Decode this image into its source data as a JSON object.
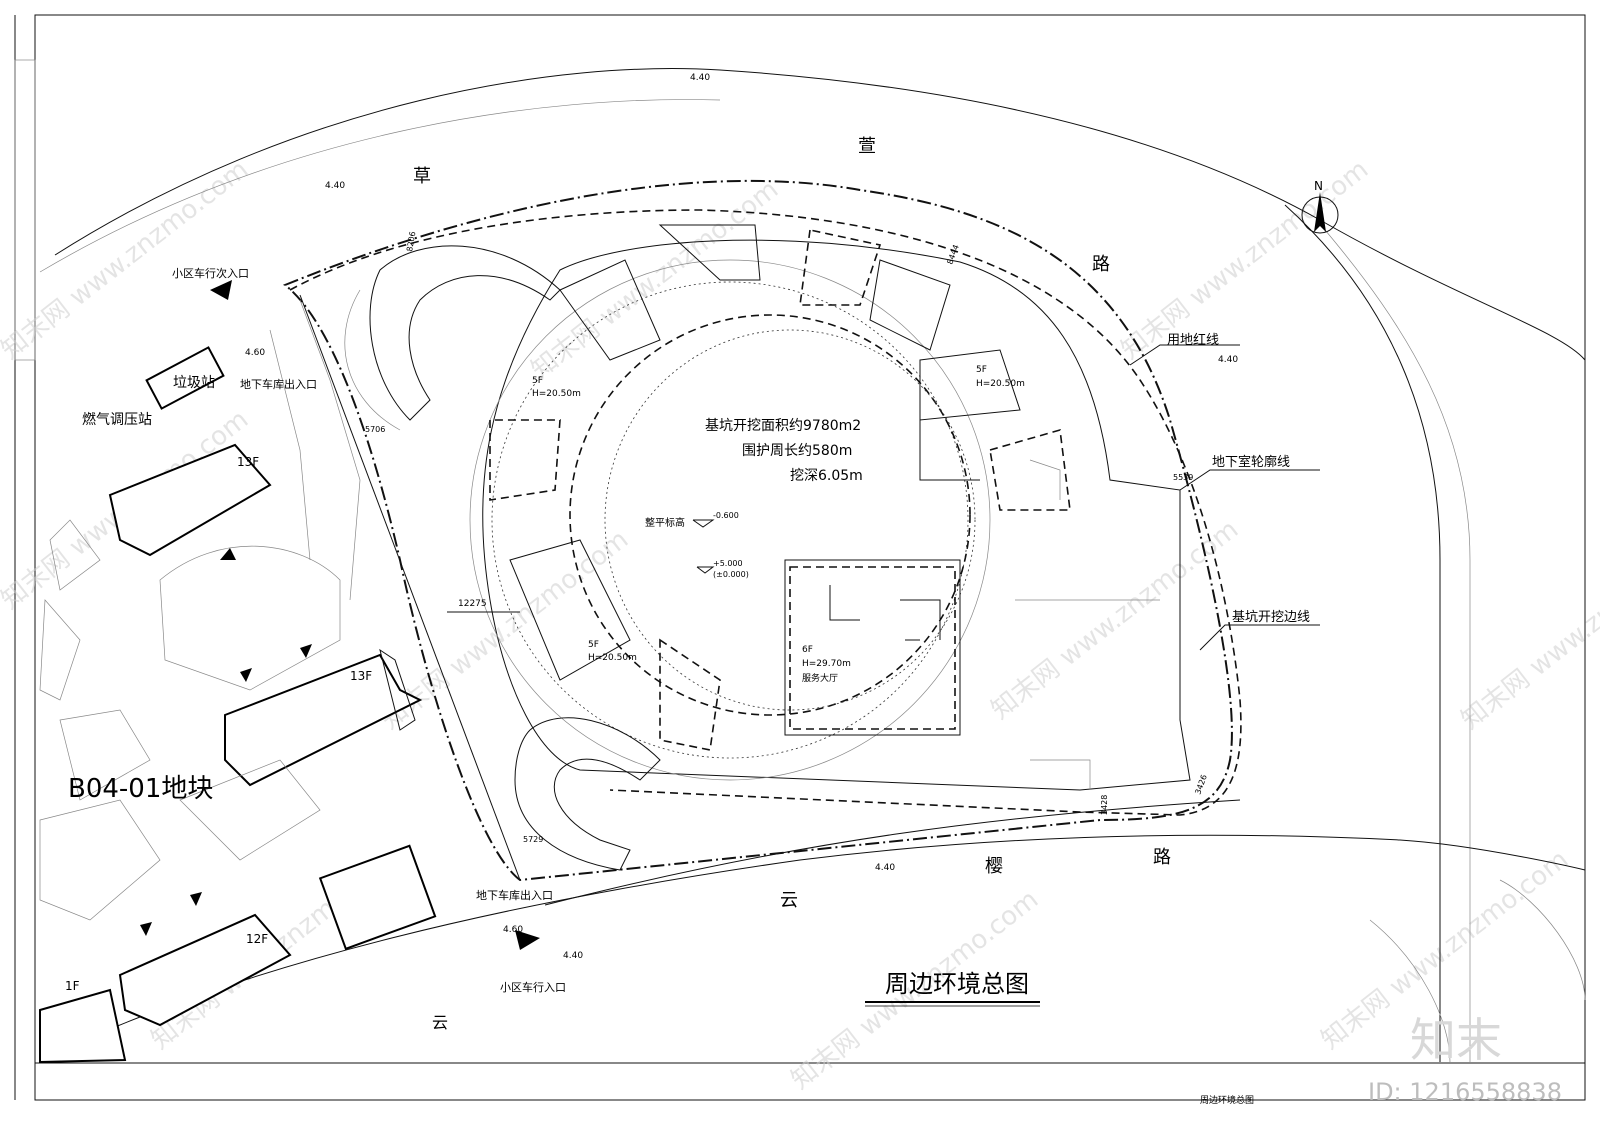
{
  "drawing": {
    "title": "周边环境总图",
    "footer_title": "周边环境总图",
    "plot_label": "B04-01地块",
    "sheet_id": "ID: 1216558838",
    "watermark_brand": "知末",
    "watermark_url": "知末网 www.znzmo.com"
  },
  "roads": {
    "north_road": [
      "草",
      "萱",
      "路"
    ],
    "south_road": [
      "云",
      "樱",
      "路"
    ],
    "sw_road": "云"
  },
  "elevations": {
    "north_1": "4.40",
    "north_2": "4.40",
    "east": "4.40",
    "south": "4.40",
    "sw": "4.40",
    "yard": "4.60",
    "gate": "4.60"
  },
  "labels": {
    "vehicle_entry_secondary": "小区车行次入口",
    "vehicle_entry": "小区车行入口",
    "garbage_station": "垃圾站",
    "gas_station": "燃气调压站",
    "garage_exit_1": "地下车库出入口",
    "garage_exit_2": "地下车库出入口",
    "redline": "用地红线",
    "basement_outline": "地下室轮廓线",
    "excavation_edge": "基坑开挖边线"
  },
  "buildings": {
    "b13f_a": "13F",
    "b13f_b": "13F",
    "b12f": "12F",
    "b1f": "1F",
    "ring_nw": {
      "floors": "5F",
      "height": "H=20.50m"
    },
    "ring_ne": {
      "floors": "5F",
      "height": "H=20.50m"
    },
    "ring_sw": {
      "floors": "5F",
      "height": "H=20.50m"
    },
    "hall": {
      "floors": "6F",
      "height": "H=29.70m",
      "name": "服务大厅"
    }
  },
  "excavation": {
    "area": "基坑开挖面积约9780m2",
    "perimeter": "围护周长约580m",
    "depth": "挖深6.05m",
    "grade_label": "整平标高",
    "grade_value": "-0.600",
    "datum_value": "+5.000",
    "datum_ref": "(±0.000)"
  },
  "dimensions": {
    "d_12275": "12275",
    "d_8444": "8444",
    "d_5706": "5706",
    "d_5729": "5729",
    "d_5539": "5539",
    "d_8206": "8206",
    "d_3428": "3428",
    "d_3426": "3426"
  },
  "north_arrow": "N"
}
